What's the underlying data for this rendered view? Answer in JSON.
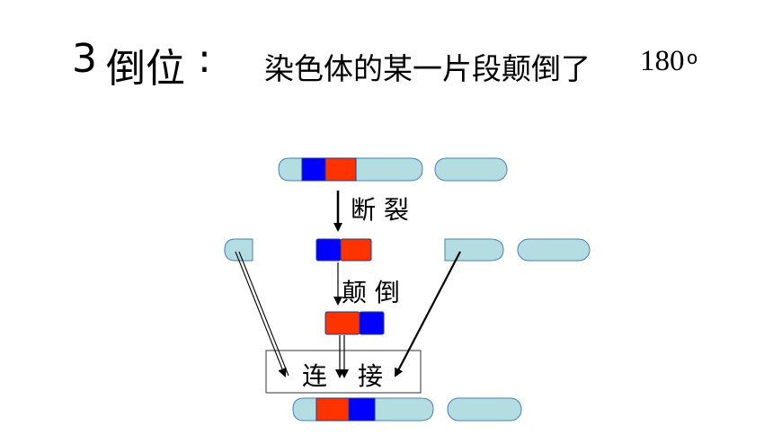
{
  "title": {
    "number": "3",
    "term": "倒位",
    "colon": ":",
    "definition": "染色体的某一片段颠倒了",
    "degrees": "180",
    "degree_mark": "o"
  },
  "steps": {
    "break": "断 裂",
    "invert": "颠 倒",
    "join_left": "连",
    "join_right": "接"
  },
  "colors": {
    "chromosome_fill": "#b3dde0",
    "segment_blue": "#0000ff",
    "segment_red": "#ff3300",
    "outline": "#4a7fb5"
  }
}
